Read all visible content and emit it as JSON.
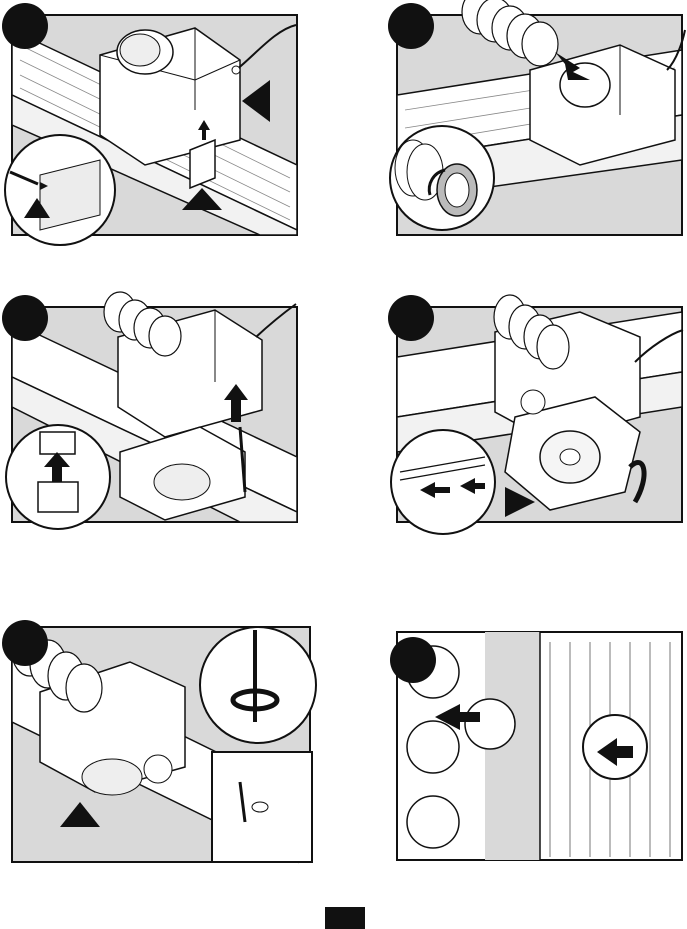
{
  "steps": [
    {
      "id": 1,
      "number": ""
    },
    {
      "id": 2,
      "number": ""
    },
    {
      "id": 3,
      "number": ""
    },
    {
      "id": 4,
      "number": ""
    },
    {
      "id": 5,
      "number": ""
    },
    {
      "id": 6,
      "number": ""
    }
  ],
  "page_number": ""
}
